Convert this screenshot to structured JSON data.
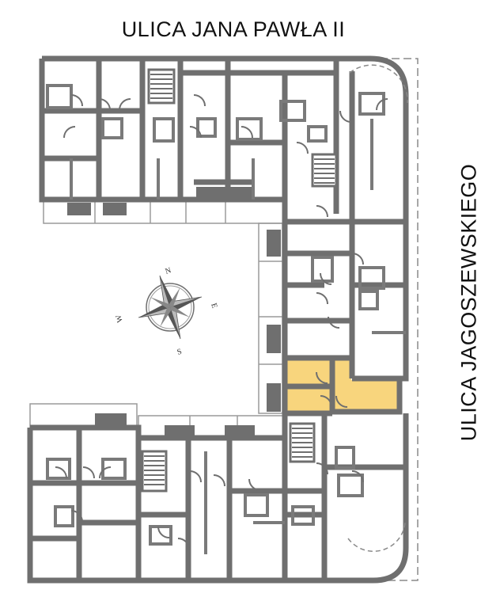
{
  "streets": {
    "top": "ULICA  JANA PAWŁA II",
    "right": "ULICA  JAGOSZEWSKIEGO"
  },
  "compass": {
    "north": "N",
    "east": "E",
    "south": "S",
    "west": "W"
  },
  "colors": {
    "wall": "#6f6f6f",
    "highlight": "#f8d57d",
    "boundary": "#8a8a8a"
  }
}
